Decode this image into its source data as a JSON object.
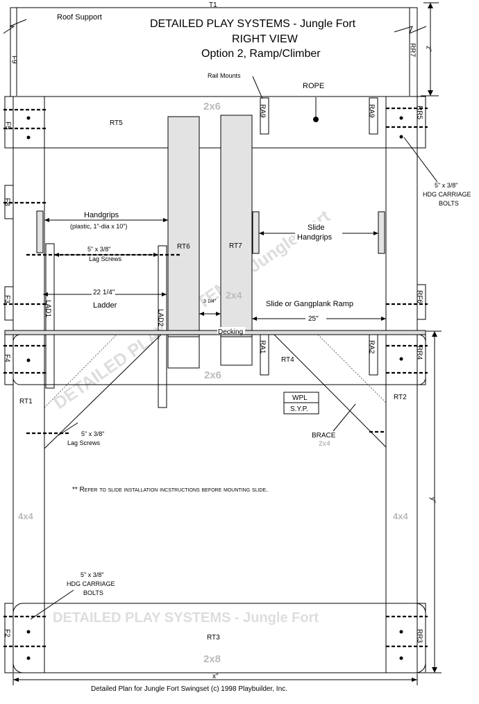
{
  "title": {
    "line1": "DETAILED PLAY SYSTEMS - Jungle Fort",
    "line2": "RIGHT VIEW",
    "line3": "Option 2, Ramp/Climber"
  },
  "labels": {
    "t1": "T1",
    "roof_support": "Roof Support",
    "rail_mounts": "Rail Mounts",
    "rope": "ROPE",
    "rt5": "RT5",
    "rt6": "RT6",
    "rt7": "RT7",
    "rt4": "RT4",
    "rt1": "RT1",
    "rt2": "RT2",
    "rt3": "RT3",
    "decking": "Decking",
    "handgrips": "Handgrips",
    "handgrips_spec": "(plastic, 1\"-dia x 10\")",
    "lag_screws_size": "5\" x 3/8\"",
    "lag_screws": "Lag Screws",
    "ladder_width": "22 1/4\"",
    "ladder": "Ladder",
    "slide_handgrips_1": "Slide",
    "slide_handgrips_2": "Handgrips",
    "slide_ramp": "Slide or Gangplank Ramp",
    "ramp_width": "25\"",
    "gap_width": "3 1/4\"",
    "carriage_size": "5\" x 3/8\"",
    "carriage_1": "HDG CARRIAGE",
    "carriage_2": "BOLTS",
    "brace": "BRACE",
    "brace_size": "2x4",
    "wpl": "WPL",
    "syp": "S.Y.P.",
    "note": "** Refer to slide installation incstructions before mounting slide.",
    "lumber_2x6": "2x6",
    "lumber_2x4": "2x4",
    "lumber_4x4": "4x4",
    "lumber_2x8": "2x8",
    "dim_z": "z\"",
    "dim_y": "y\"",
    "dim_x": "x\"",
    "footer": "Detailed Plan for Jungle Fort Swingset (c) 1998  Playbuilder, Inc."
  },
  "part_codes": {
    "f9": "F9",
    "rr7": "RR7",
    "f5": "F5",
    "rr5": "RR5",
    "f8": "F8",
    "f3": "F3",
    "rf6": "RF6",
    "f4": "F4",
    "rr4": "RR4",
    "f2": "F2",
    "rr3": "RR3",
    "ra9a": "RA9",
    "ra9b": "RA9",
    "ra1": "RA1",
    "ra2": "RA2",
    "lad1": "LAD1",
    "lad2": "LAD2"
  },
  "watermarks": {
    "diag1": "DETAILED PLAY SYSTEMS - Jungle Fort",
    "bottom": "DETAILED PLAY SYSTEMS - Jungle Fort"
  }
}
